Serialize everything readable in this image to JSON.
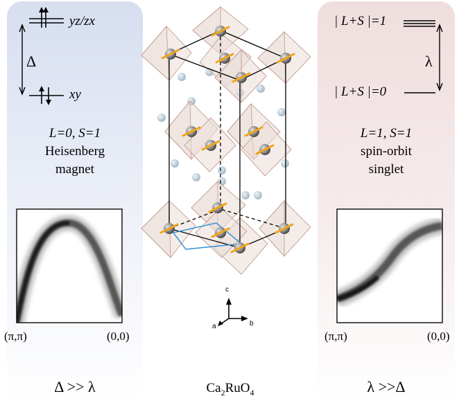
{
  "colors": {
    "left_gradient_top": "#d4dcef",
    "left_gradient_bottom": "#ffffff",
    "right_gradient_top": "#f0dcdc",
    "right_gradient_bottom": "#ffffff",
    "octahedron_fill": "#e8d8d2",
    "octahedron_edge": "#c8a89c",
    "ru_atom": "#8f8f8f",
    "o_atom_spin": "#f2a51a",
    "ca_atom": "#b9cbd8",
    "unit_cell_blue": "#2b8fd6"
  },
  "left_panel": {
    "level_top_label": "yz/zx",
    "gap_label": "Δ",
    "level_bottom_label": "xy",
    "state_line1": "L=0, S=1",
    "state_line2": "Heisenberg",
    "state_line3": "magnet",
    "axis_left": "(π,π)",
    "axis_right": "(0,0)",
    "regime": "Δ >> λ"
  },
  "right_panel": {
    "level_top_label": "| L+S |=1",
    "gap_label": "λ",
    "level_bottom_label": "| L+S |=0",
    "state_line1": "L=1, S=1",
    "state_line2": "spin-orbit",
    "state_line3": "singlet",
    "axis_left": "(π,π)",
    "axis_right": "(0,0)",
    "regime": "λ >>Δ"
  },
  "center": {
    "compound": "Ca",
    "compound_sub1": "2",
    "compound_mid": "RuO",
    "compound_sub2": "4",
    "axis_c": "c",
    "axis_a": "a",
    "axis_b": "b"
  }
}
